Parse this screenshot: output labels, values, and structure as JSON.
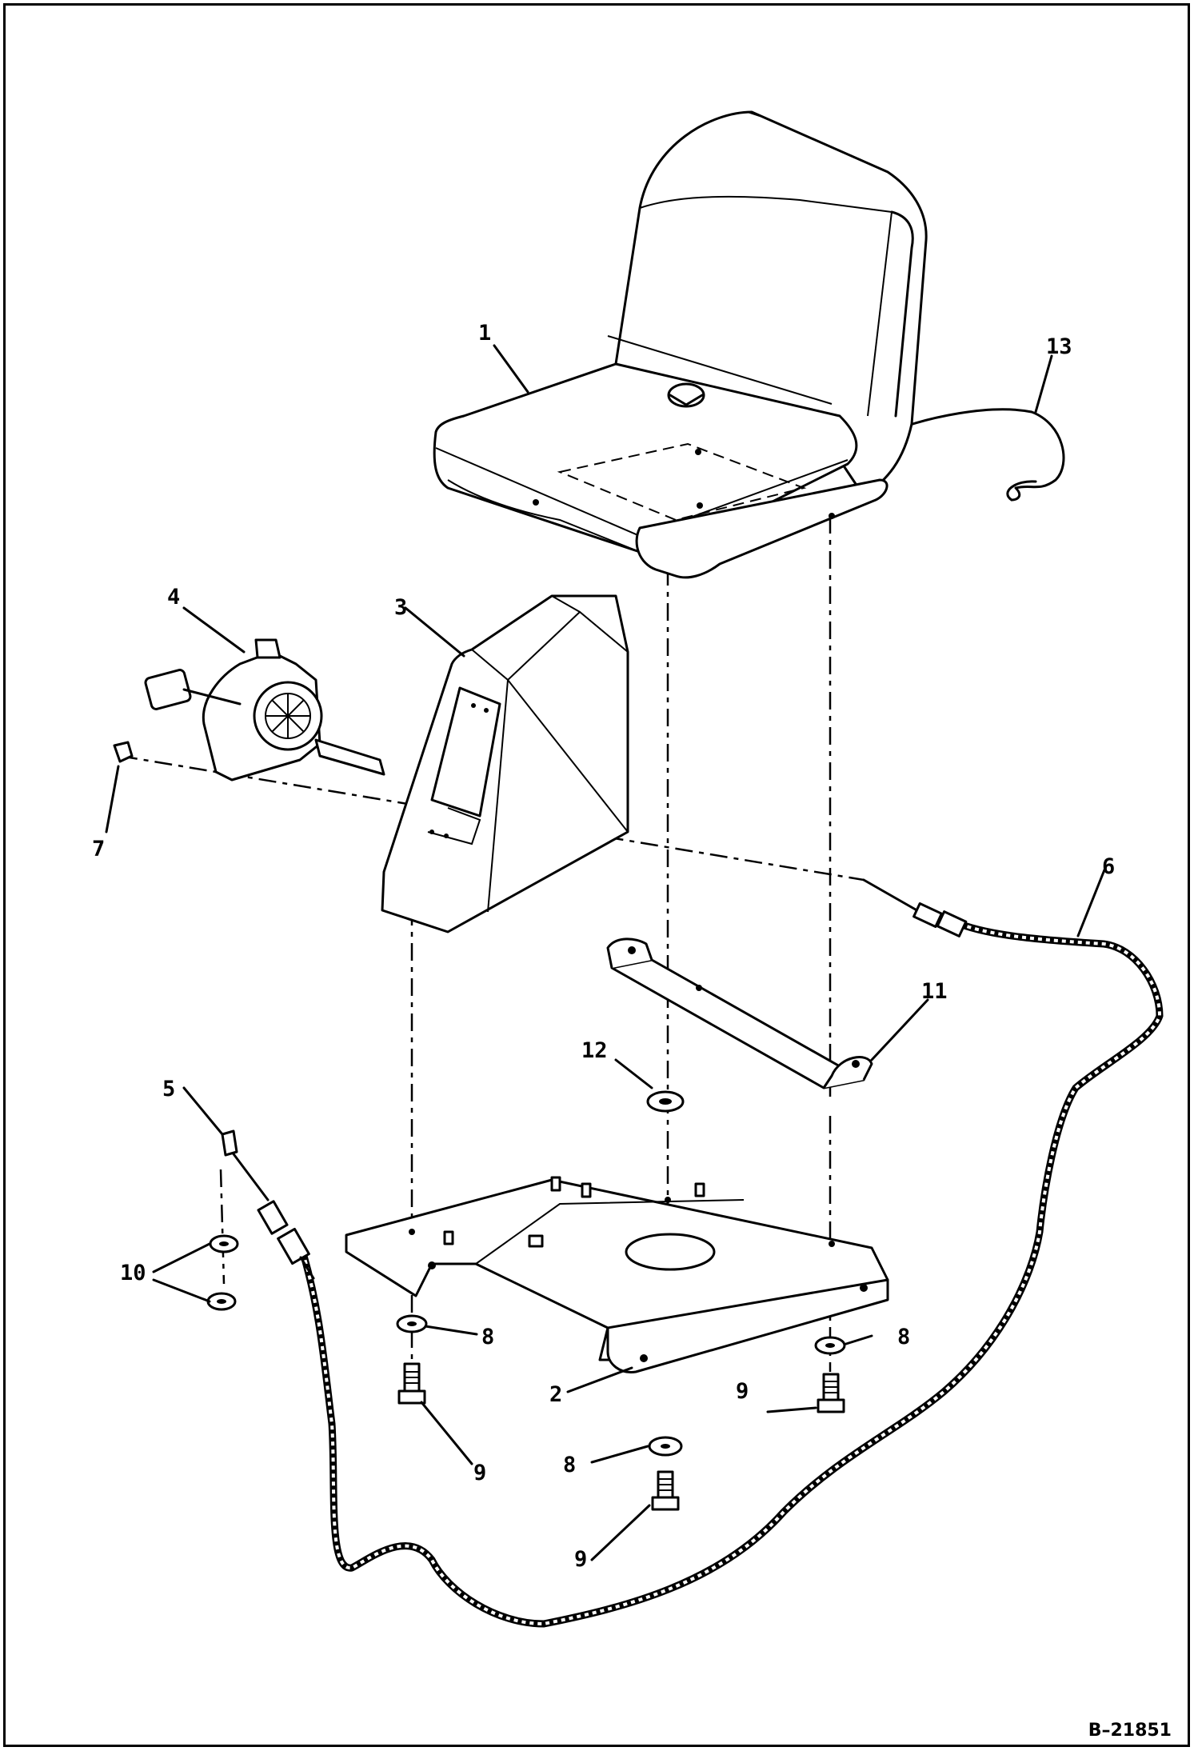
{
  "drawing": {
    "reference_number": "B–21851",
    "callouts": {
      "c1": "1",
      "c2": "2",
      "c3": "3",
      "c4": "4",
      "c5": "5",
      "c6": "6",
      "c7": "7",
      "c8a": "8",
      "c8b": "8",
      "c8c": "8",
      "c9a": "9",
      "c9b": "9",
      "c9c": "9",
      "c10": "10",
      "c11": "11",
      "c12": "12",
      "c13": "13"
    }
  }
}
